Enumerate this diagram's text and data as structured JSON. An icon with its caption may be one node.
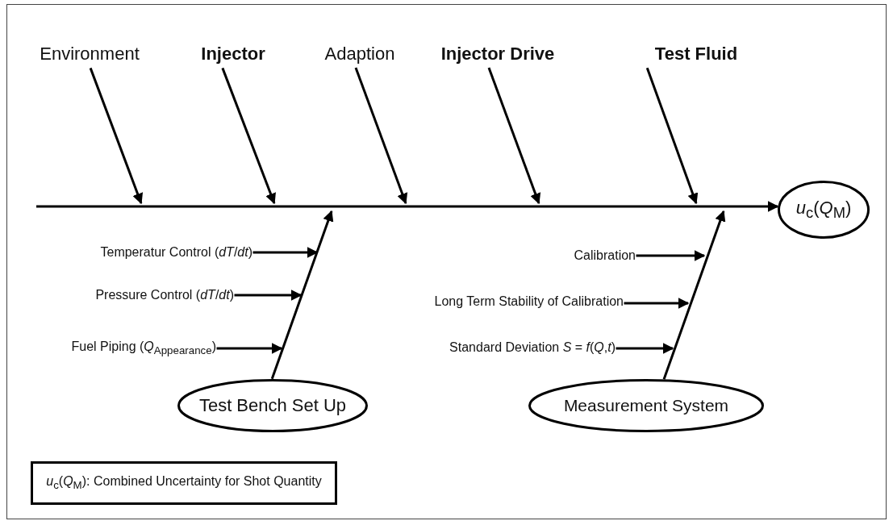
{
  "diagram": {
    "nodes": [
      {
        "text": [
          "Environment"
        ]
      },
      {
        "text": [
          "Injector"
        ]
      },
      {
        "text": [
          "Adaption"
        ]
      },
      {
        "text": [
          "Injector Drive"
        ]
      },
      {
        "text": [
          "Test Fluid"
        ]
      },
      {
        "text": [
          "*u*$_{c}$(*Q*$_{M}$)"
        ]
      },
      {
        "text": [
          "Temperatur Control (*dT*/*dt*)"
        ]
      },
      {
        "text": [
          "Pressure Control (*dT*/*dt*)"
        ]
      },
      {
        "text": [
          "Fuel Piping (*Q*$_{Appearance}$)"
        ]
      },
      {
        "text": [
          "Test Bench Set Up"
        ]
      },
      {
        "text": [
          "Calibration"
        ]
      },
      {
        "text": [
          "Long Term Stability of Calibration"
        ]
      },
      {
        "text": [
          "Standard Deviation *S* = *f*(*Q*,*t*)"
        ]
      },
      {
        "text": [
          "Measurement System"
        ]
      },
      {
        "text": [
          "*u*$_{c}$(*Q*$_{M}$): Combined Uncertainty for Shot Quantity"
        ]
      }
    ],
    "edges": [
      {
        "from": 0,
        "to": null,
        "arrow": "to"
      },
      {
        "from": 1,
        "to": null,
        "arrow": "to"
      },
      {
        "from": 2,
        "to": null,
        "arrow": "to"
      },
      {
        "from": 3,
        "to": null,
        "arrow": "to"
      },
      {
        "from": 4,
        "to": null,
        "arrow": "to"
      },
      {
        "from": null,
        "to": 5,
        "arrow": "to"
      },
      {
        "from": 6,
        "to": null,
        "arrow": "to"
      },
      {
        "from": 7,
        "to": null,
        "arrow": "to"
      },
      {
        "from": 8,
        "to": null,
        "arrow": "to"
      },
      {
        "from": 9,
        "to": null,
        "arrow": "to"
      },
      {
        "from": 10,
        "to": null,
        "arrow": "to"
      },
      {
        "from": 11,
        "to": null,
        "arrow": "to"
      },
      {
        "from": 12,
        "to": null,
        "arrow": "to"
      },
      {
        "from": 13,
        "to": null,
        "arrow": "to"
      }
    ]
  }
}
